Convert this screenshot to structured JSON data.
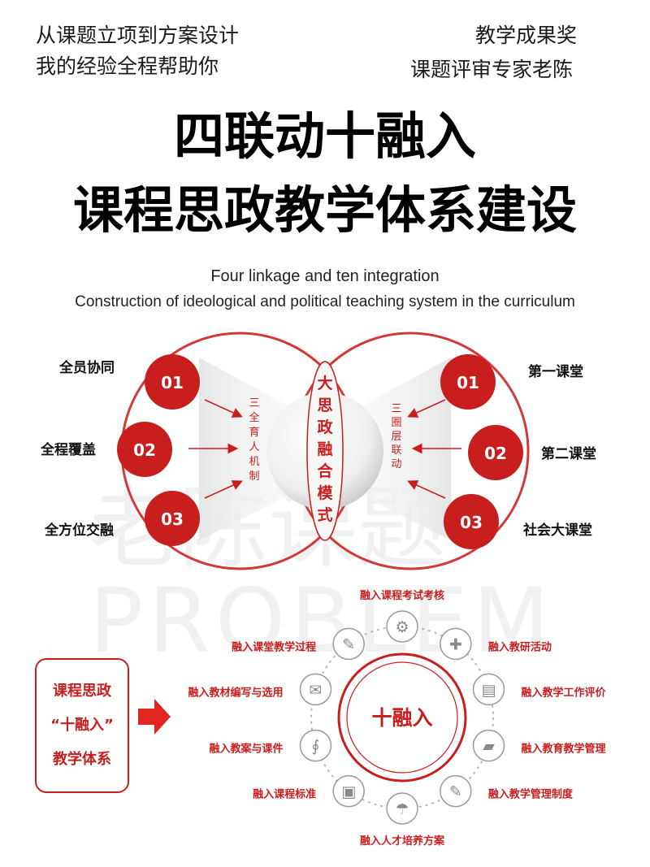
{
  "header": {
    "left_line1": "从课题立项到方案设计",
    "left_line2": "我的经验全程帮助你",
    "right_line1": "教学成果奖",
    "right_line2": "课题评审专家老陈"
  },
  "title": {
    "line1": "四联动十融入",
    "line2": "课程思政教学体系建设"
  },
  "subtitle": {
    "line1": "Four linkage and ten integration",
    "line2": "Construction of ideological and political teaching system in the curriculum"
  },
  "colors": {
    "accent": "#c81e1e",
    "dark_red": "#b01919",
    "ring": "#d23a3a"
  },
  "top_diagram": {
    "center_label": "大思政融合模式",
    "left_label": "三全育人机制",
    "right_label": "三圈层联动",
    "left_items": [
      {
        "num": "01",
        "label": "全员协同"
      },
      {
        "num": "02",
        "label": "全程覆盖"
      },
      {
        "num": "03",
        "label": "全方位交融"
      }
    ],
    "right_items": [
      {
        "num": "01",
        "label": "第一课堂"
      },
      {
        "num": "02",
        "label": "第二课堂"
      },
      {
        "num": "03",
        "label": "社会大课堂"
      }
    ]
  },
  "watermark": {
    "line1": "老陈课题",
    "line2": "PROBLEM"
  },
  "bottom_diagram": {
    "box_line1": "课程思政",
    "box_line2": "“十融入”",
    "box_line3": "教学体系",
    "center_label": "十融入",
    "items": [
      {
        "label": "融入课程考试考核",
        "icon": "gear-icon"
      },
      {
        "label": "融入教研活动",
        "icon": "puzzle-icon"
      },
      {
        "label": "融入教学工作评价",
        "icon": "document-icon"
      },
      {
        "label": "融入教育教学管理",
        "icon": "folder-icon"
      },
      {
        "label": "融入教学管理制度",
        "icon": "pencil-icon"
      },
      {
        "label": "融入人才培养方案",
        "icon": "umbrella-icon"
      },
      {
        "label": "融入课程标准",
        "icon": "presentation-icon"
      },
      {
        "label": "融入教案与课件",
        "icon": "paperclip-icon"
      },
      {
        "label": "融入教材编写与选用",
        "icon": "chat-icon"
      },
      {
        "label": "融入课堂教学过程",
        "icon": "speech-bubble-icon"
      }
    ]
  }
}
